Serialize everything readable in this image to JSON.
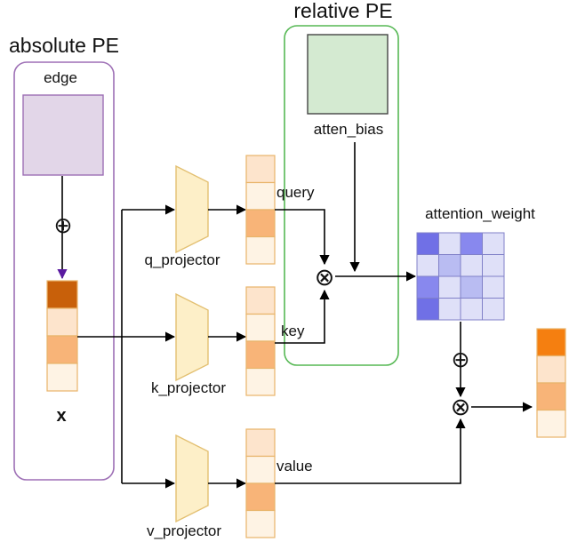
{
  "labels": {
    "absolute_pe": "absolute PE",
    "relative_pe": "relative PE",
    "edge": "edge",
    "atten_bias": "atten_bias",
    "x": "x",
    "query": "query",
    "key": "key",
    "value": "value",
    "attention_weight": "attention_weight",
    "q_projector": "q_projector",
    "k_projector": "k_projector",
    "v_projector": "v_projector"
  },
  "operators": {
    "add": "⊕",
    "multiply": "⊗"
  },
  "colors": {
    "absolute_pe": "#9d6fb5",
    "relative_pe": "#56b854",
    "edge_block": "#e2d6e8",
    "bias_block": "#d4ead1",
    "projector": "#fdefc8",
    "projector_stroke": "#e3c072",
    "vector_stroke": "#e8b46a",
    "arrow_purple": "#5a1aa0",
    "attention_grid_stroke": "#8080c8"
  },
  "vectors": {
    "x": [
      "#c8600a",
      "#fde4cc",
      "#f8b478",
      "#fef3e4"
    ],
    "query": [
      "#fde4cc",
      "#fef3e4",
      "#f8b478",
      "#fef3e4"
    ],
    "key": [
      "#fde4cc",
      "#fef3e4",
      "#f8b478",
      "#fef3e4"
    ],
    "value": [
      "#fde4cc",
      "#fef3e4",
      "#f8b478",
      "#fef3e4"
    ],
    "output": [
      "#f57f10",
      "#fde4cc",
      "#f8b478",
      "#fef3e4"
    ]
  },
  "attention_weight_grid": [
    [
      "#7070e6",
      "#dfe0f8",
      "#8888ee",
      "#dfe0f8"
    ],
    [
      "#dfe0f8",
      "#b9bcf2",
      "#dfe0f8",
      "#dfe0f8"
    ],
    [
      "#8888ee",
      "#dfe0f8",
      "#b9bcf2",
      "#dfe0f8"
    ],
    [
      "#7070e6",
      "#dfe0f8",
      "#dfe0f8",
      "#dfe0f8"
    ]
  ]
}
